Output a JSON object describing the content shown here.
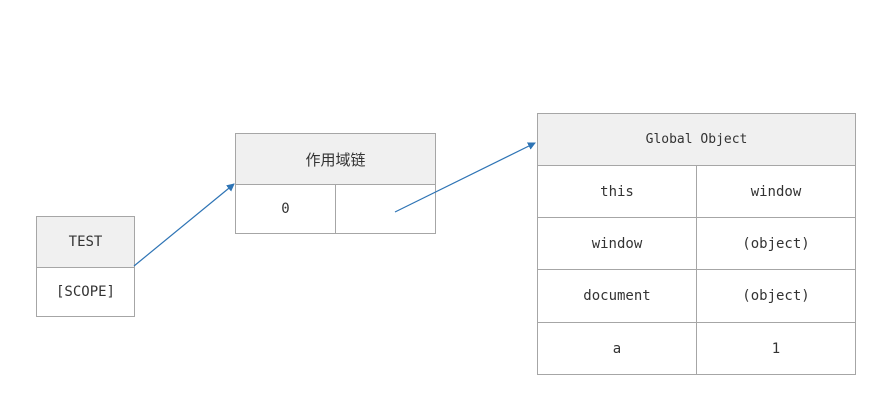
{
  "test_box": {
    "title": "TEST",
    "scope": "[SCOPE]"
  },
  "scope_chain": {
    "title": "作用域链",
    "index": "0",
    "pointer": ""
  },
  "global_object": {
    "title": "Global Object",
    "rows": [
      {
        "key": "this",
        "value": "window"
      },
      {
        "key": "window",
        "value": "(object)"
      },
      {
        "key": "document",
        "value": "(object)"
      },
      {
        "key": "a",
        "value": "1"
      }
    ]
  },
  "colors": {
    "border": "#a6a6a6",
    "header_bg": "#f0f0f0",
    "arrow": "#2e74b5"
  }
}
